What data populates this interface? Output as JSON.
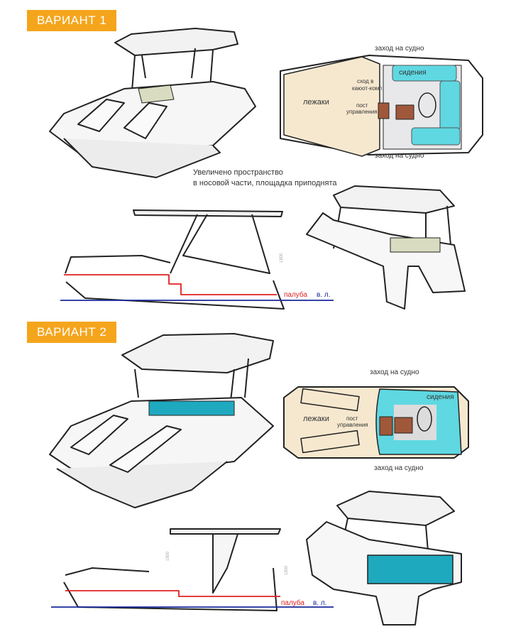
{
  "variant1": {
    "title": "ВАРИАНТ 1",
    "note_line1": "Увеличено пространство",
    "note_line2": "в носовой части, площадка приподнята",
    "plan": {
      "boarding_top": "заход на судно",
      "boarding_bottom": "заход на судно",
      "seats": "сидения",
      "loungers": "лежаки",
      "cabin_entry_1": "сход в",
      "cabin_entry_2": "каюот-комп",
      "helm_1": "пост",
      "helm_2": "управления"
    },
    "side": {
      "deck": "палуба",
      "waterline": "в. л.",
      "height_dim": "1800"
    }
  },
  "variant2": {
    "title": "ВАРИАНТ 2",
    "plan": {
      "boarding_top": "заход на судно",
      "boarding_bottom": "заход на судно",
      "seats": "сидения",
      "loungers": "лежаки",
      "helm_1": "пост",
      "helm_2": "управления"
    },
    "side": {
      "deck": "палуба",
      "waterline": "в. л.",
      "height_dim_1": "1800",
      "height_dim_2": "1800"
    }
  },
  "colors": {
    "badge": "#f5a51c",
    "deck_line": "#e02020",
    "waterline": "#1a2a9a",
    "seat_fill": "#5fd8e2",
    "lounge_fill": "#f6e8cf",
    "helm_fill": "#a0583a"
  }
}
